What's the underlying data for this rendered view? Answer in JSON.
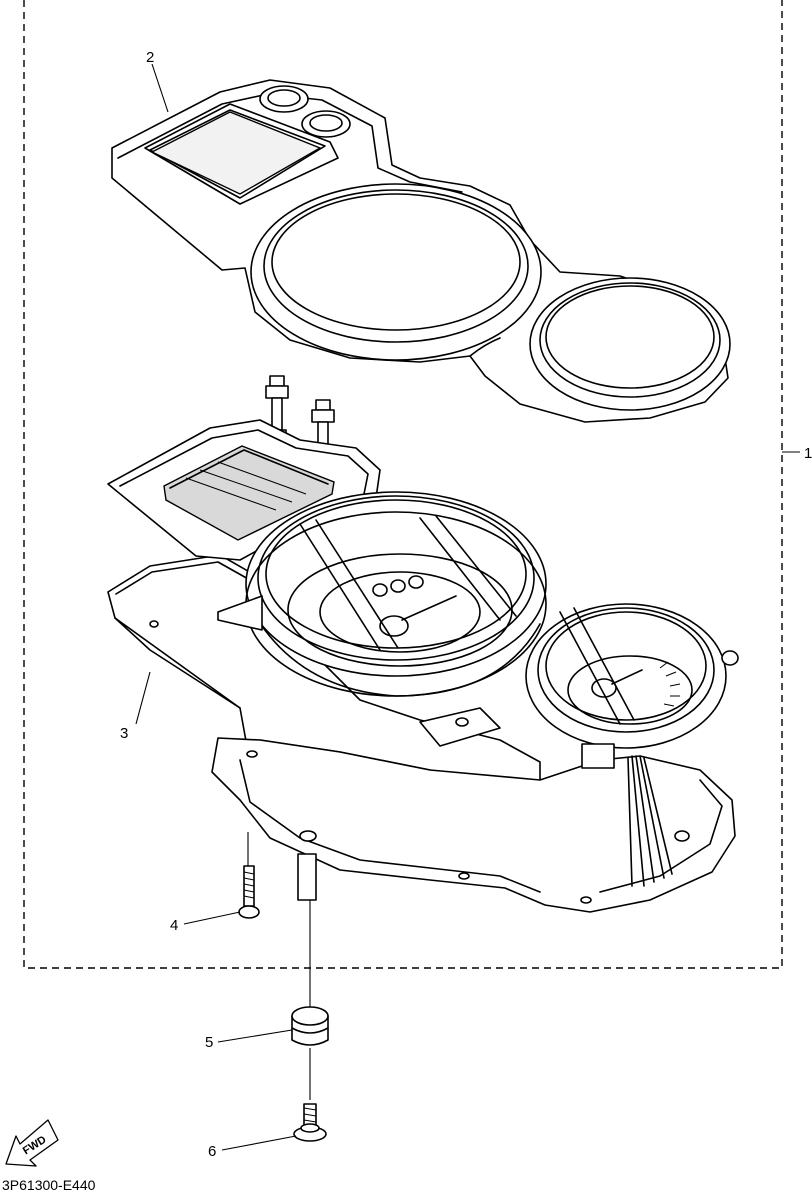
{
  "callouts": [
    {
      "id": "1",
      "label": "1"
    },
    {
      "id": "2",
      "label": "2"
    },
    {
      "id": "3",
      "label": "3"
    },
    {
      "id": "4",
      "label": "4"
    },
    {
      "id": "5",
      "label": "5"
    },
    {
      "id": "6",
      "label": "6"
    }
  ],
  "direction_badge": "FWD",
  "drawing_code": "3P61300-E440"
}
